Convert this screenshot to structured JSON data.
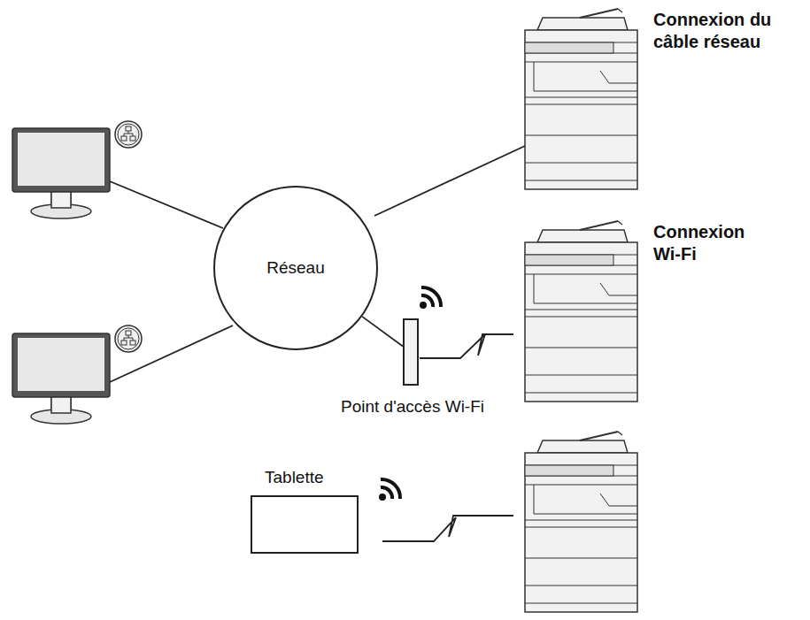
{
  "diagram": {
    "nodes": [
      {
        "text": [
          "Réseau"
        ]
      },
      {
        "text": [
          "Point d'accès Wi-Fi"
        ]
      },
      {
        "text": [
          "Tablette"
        ]
      }
    ],
    "edges": [
      {
        "from": 0,
        "to": 1,
        "arrow": "none"
      }
    ],
    "labels": [
      "Connexion du câble réseau",
      "Connexion Wi-Fi"
    ]
  }
}
